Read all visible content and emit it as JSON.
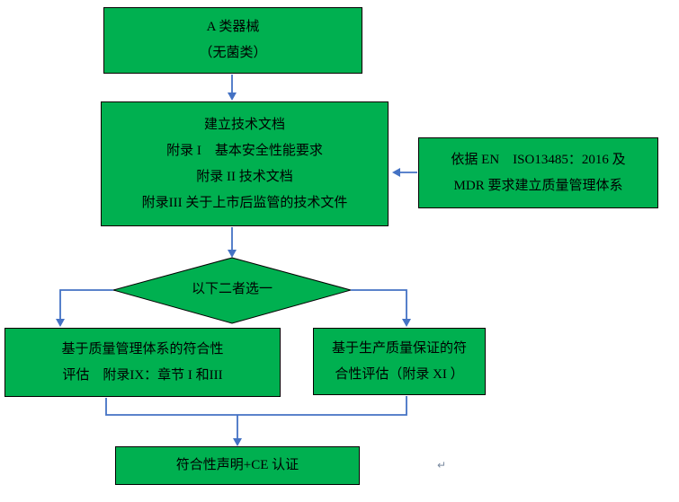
{
  "colors": {
    "box_fill": "#00B050",
    "box_border": "#000000",
    "arrow": "#4472C4",
    "text": "#000000",
    "background": "#ffffff"
  },
  "nodes": {
    "device_class": {
      "line1": "A 类器械",
      "line2": "（无菌类）"
    },
    "tech_doc": {
      "line1": "建立技术文档",
      "line2": "附录 I　基本安全性能要求",
      "line3": "附录 II 技术文档",
      "line4": "附录III 关于上市后监管的技术文件"
    },
    "qms": {
      "line1": "依据 EN　ISO13485：2016 及",
      "line2": "MDR 要求建立质量管理体系"
    },
    "decision": {
      "label": "以下二者选一"
    },
    "qms_route": {
      "line1": "基于质量管理体系的符合性",
      "line2": "评估　附录IX：章节 I 和III"
    },
    "production_route": {
      "line1": "基于生产质量保证的符",
      "line2": "合性评估（附录 XI ）"
    },
    "declaration": {
      "label": "符合性声明+CE 认证"
    }
  },
  "artifacts": {
    "return_mark": "↵"
  }
}
